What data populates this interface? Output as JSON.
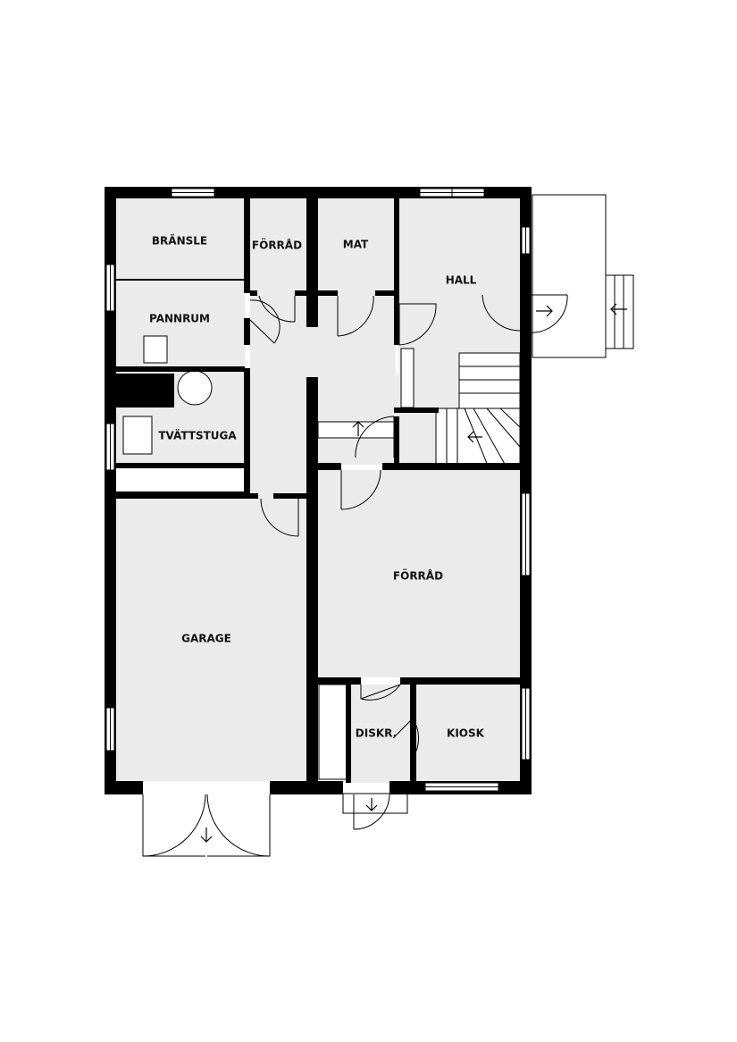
{
  "rooms": {
    "bransle": "BRÄNSLE",
    "forrad_top": "FÖRRÅD",
    "mat": "MAT",
    "hall": "HALL",
    "pannrum": "PANNRUM",
    "tvattstuga": "TVÄTTSTUGA",
    "forrad_main": "FÖRRÅD",
    "garage": "GARAGE",
    "diskr": "DISKR.",
    "kiosk": "KIOSK"
  },
  "colors": {
    "wall": "#000000",
    "floor": "#ebebeb",
    "background": "#ffffff"
  }
}
